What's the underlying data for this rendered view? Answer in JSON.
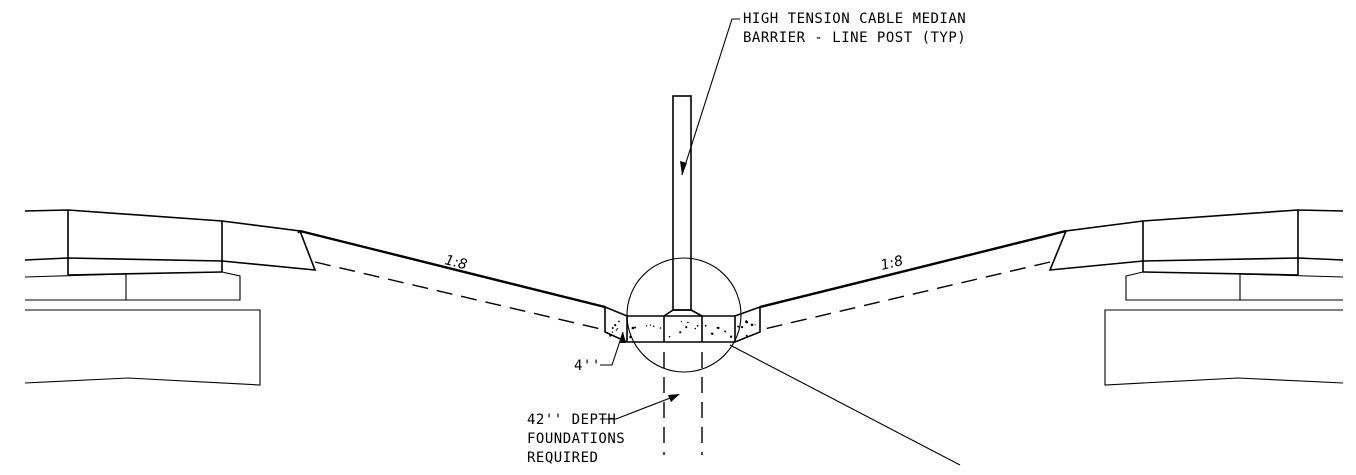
{
  "callouts": {
    "barrier": [
      "HIGH TENSION CABLE MEDIAN",
      "BARRIER - LINE POST (TYP)"
    ],
    "foundation": [
      "42'' DEPTH",
      "FOUNDATIONS",
      "REQUIRED"
    ],
    "thickness": "4''"
  },
  "slopes": {
    "left": "1:8",
    "right": "1:8"
  }
}
